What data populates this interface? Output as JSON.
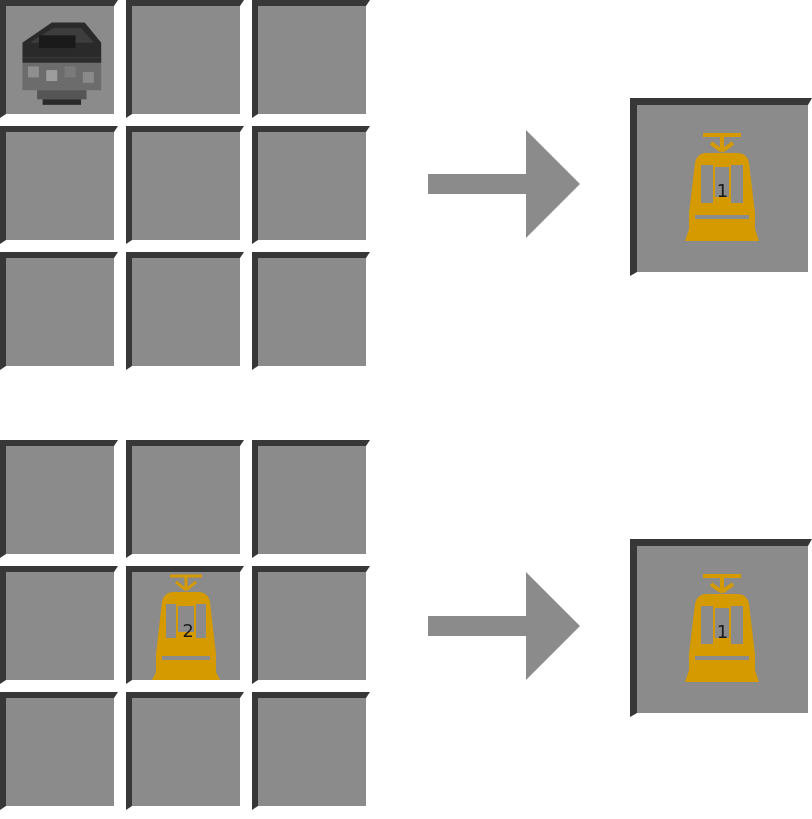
{
  "recipes": [
    {
      "input_slots": [
        {
          "item": "hopper-icon",
          "count": ""
        },
        {
          "item": "",
          "count": ""
        },
        {
          "item": "",
          "count": ""
        },
        {
          "item": "",
          "count": ""
        },
        {
          "item": "",
          "count": ""
        },
        {
          "item": "",
          "count": ""
        },
        {
          "item": "",
          "count": ""
        },
        {
          "item": "",
          "count": ""
        },
        {
          "item": "",
          "count": ""
        }
      ],
      "output": {
        "item": "tram-icon",
        "count": "1"
      }
    },
    {
      "input_slots": [
        {
          "item": "",
          "count": ""
        },
        {
          "item": "",
          "count": ""
        },
        {
          "item": "",
          "count": ""
        },
        {
          "item": "",
          "count": ""
        },
        {
          "item": "tram-icon",
          "count": "2"
        },
        {
          "item": "",
          "count": ""
        },
        {
          "item": "",
          "count": ""
        },
        {
          "item": "",
          "count": ""
        },
        {
          "item": "",
          "count": ""
        }
      ],
      "output": {
        "item": "tram-icon",
        "count": "1"
      }
    }
  ],
  "colors": {
    "slot_bg": "#8b8b8b",
    "slot_dark": "#373737",
    "tram": "#d49a00",
    "arrow": "#8b8b8b"
  }
}
